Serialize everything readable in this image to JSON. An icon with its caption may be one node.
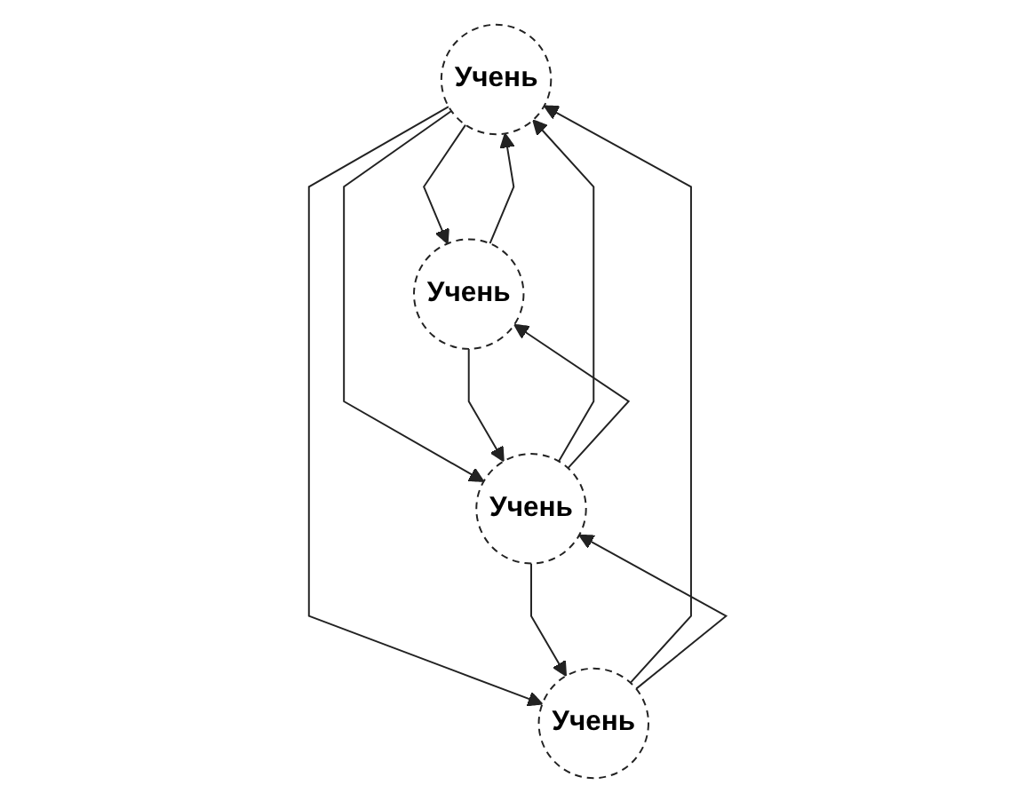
{
  "diagram": {
    "nodes": [
      {
        "text": [
          "Учень"
        ]
      },
      {
        "text": [
          "Учень"
        ]
      },
      {
        "text": [
          "Учень"
        ]
      },
      {
        "text": [
          "Учень"
        ]
      }
    ],
    "edges": [
      {
        "from": 1,
        "to": 0,
        "arrow": "to"
      },
      {
        "from": 0,
        "to": 1,
        "arrow": "to"
      },
      {
        "from": 0,
        "to": 2,
        "arrow": "to"
      },
      {
        "from": 2,
        "to": 0,
        "arrow": "to"
      },
      {
        "from": 0,
        "to": 3,
        "arrow": "to"
      },
      {
        "from": 3,
        "to": 0,
        "arrow": "to"
      },
      {
        "from": 3,
        "to": 1,
        "arrow": "to"
      },
      {
        "from": 1,
        "to": 3,
        "arrow": "to"
      },
      {
        "from": 3,
        "to": 2,
        "arrow": "to"
      },
      {
        "from": 2,
        "to": 3,
        "arrow": "to"
      }
    ]
  }
}
